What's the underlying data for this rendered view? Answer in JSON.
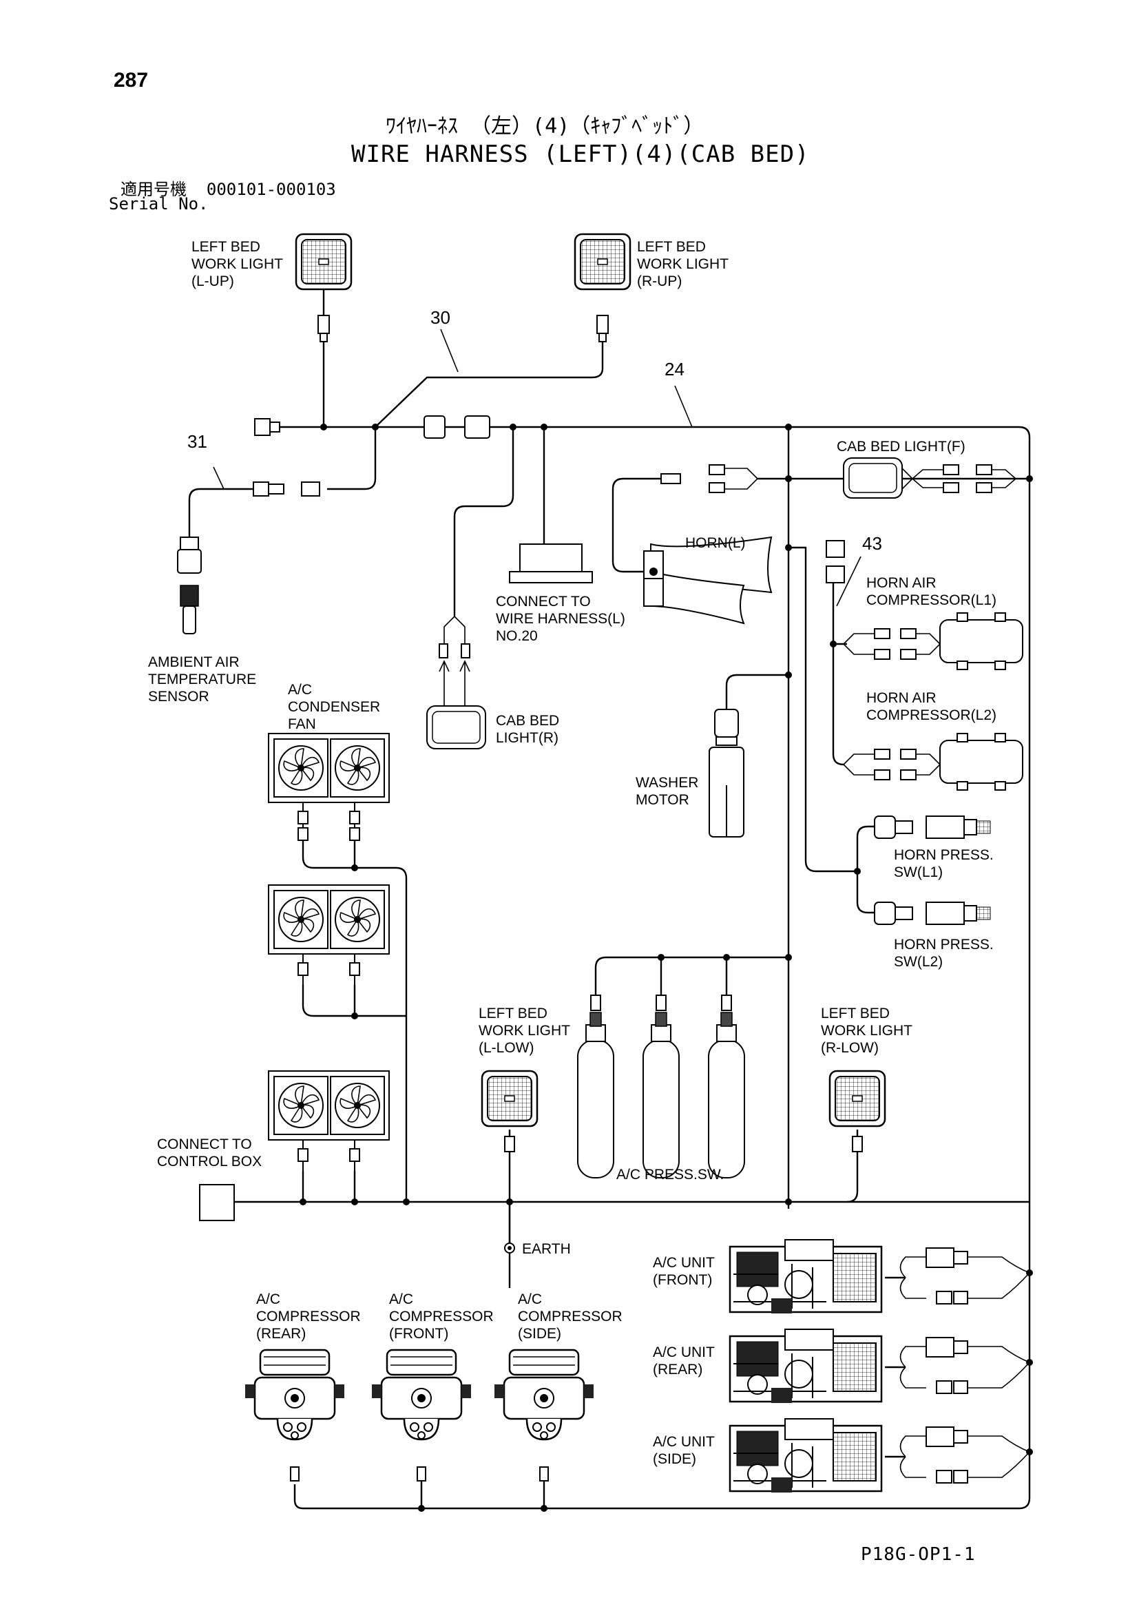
{
  "page_number": "287",
  "title_jp": "ﾜｲﾔﾊｰﾈｽ （左）(4)（ｷｬﾌﾞﾍﾞｯﾄﾞ）",
  "title_en": "WIRE HARNESS (LEFT)(4)(CAB BED)",
  "serial_label_jp": "適用号機",
  "serial_range": "000101-000103",
  "serial_label_en": "Serial No.",
  "drawing_code": "P18G-OP1-1",
  "callouts": {
    "c30": "30",
    "c31": "31",
    "c24": "24",
    "c43": "43"
  },
  "components": {
    "work_light_l_up": [
      "LEFT BED",
      "WORK LIGHT",
      "(L-UP)"
    ],
    "work_light_r_up": [
      "LEFT BED",
      "WORK LIGHT",
      "(R-UP)"
    ],
    "cab_bed_light_f": "CAB BED LIGHT(F)",
    "horn_l": "HORN(L)",
    "horn_air_comp_l1": [
      "HORN AIR",
      "COMPRESSOR(L1)"
    ],
    "horn_air_comp_l2": [
      "HORN AIR",
      "COMPRESSOR(L2)"
    ],
    "connect_wire_harness": [
      "CONNECT TO",
      "WIRE HARNESS(L)",
      "NO.20"
    ],
    "ambient_sensor": [
      "AMBIENT AIR",
      "TEMPERATURE",
      "SENSOR"
    ],
    "condenser_fan": [
      "A/C",
      "CONDENSER",
      "FAN"
    ],
    "cab_bed_light_r": [
      "CAB BED",
      "LIGHT(R)"
    ],
    "washer_motor": [
      "WASHER",
      "MOTOR"
    ],
    "horn_press_sw_l1": [
      "HORN PRESS.",
      "SW(L1)"
    ],
    "horn_press_sw_l2": [
      "HORN PRESS.",
      "SW(L2)"
    ],
    "work_light_l_low": [
      "LEFT BED",
      "WORK LIGHT",
      "(L-LOW)"
    ],
    "work_light_r_low": [
      "LEFT BED",
      "WORK LIGHT",
      "(R-LOW)"
    ],
    "connect_control_box": [
      "CONNECT TO",
      "CONTROL BOX"
    ],
    "ac_press_sw": "A/C PRESS.SW.",
    "earth": "EARTH",
    "ac_unit_front": [
      "A/C UNIT",
      "(FRONT)"
    ],
    "ac_unit_rear": [
      "A/C UNIT",
      "(REAR)"
    ],
    "ac_unit_side": [
      "A/C UNIT",
      "(SIDE)"
    ],
    "ac_comp_rear": [
      "A/C",
      "COMPRESSOR",
      "(REAR)"
    ],
    "ac_comp_front": [
      "A/C",
      "COMPRESSOR",
      "(FRONT)"
    ],
    "ac_comp_side": [
      "A/C",
      "COMPRESSOR",
      "(SIDE)"
    ]
  }
}
